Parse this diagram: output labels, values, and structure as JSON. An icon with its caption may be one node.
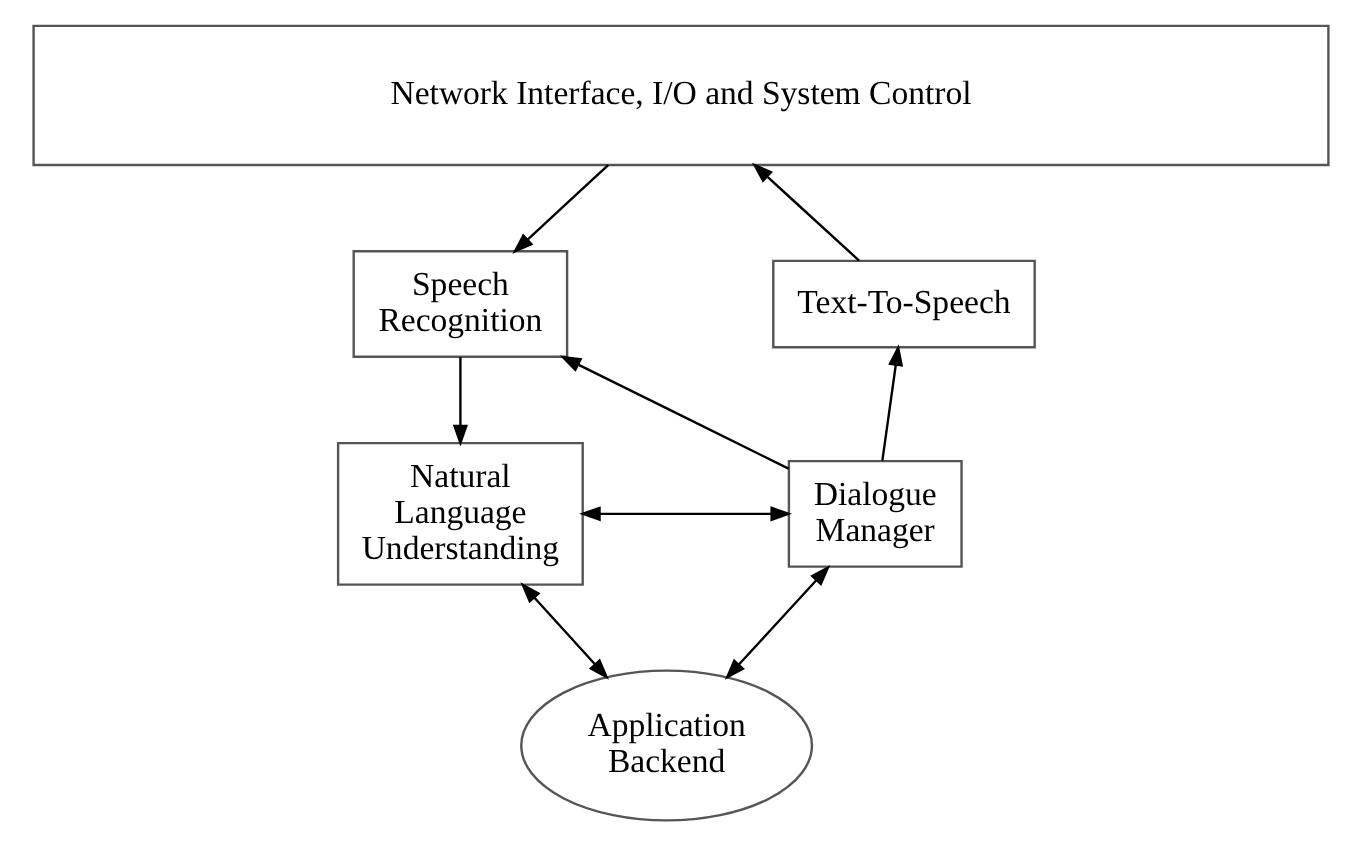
{
  "diagram": {
    "nodes": [
      {
        "text": [
          "Network Interface, I/O and System Control"
        ]
      },
      {
        "text": [
          "Speech Recognition"
        ]
      },
      {
        "text": [
          "Text-To-Speech"
        ]
      },
      {
        "text": [
          "Natural Language Understanding"
        ]
      },
      {
        "text": [
          "Dialogue Manager"
        ]
      },
      {
        "text": [
          "Application Backend"
        ]
      }
    ],
    "edges": [
      {
        "from": 0,
        "to": 1,
        "arrow": "to"
      },
      {
        "from": 2,
        "to": 0,
        "arrow": "to"
      },
      {
        "from": 4,
        "to": 1,
        "arrow": "to"
      },
      {
        "from": 1,
        "to": 3,
        "arrow": "to"
      },
      {
        "from": 3,
        "to": 4,
        "arrow": "both"
      },
      {
        "from": 3,
        "to": 5,
        "arrow": "both"
      },
      {
        "from": 5,
        "to": 4,
        "arrow": "both"
      },
      {
        "from": 4,
        "to": 2,
        "arrow": "to"
      }
    ]
  }
}
